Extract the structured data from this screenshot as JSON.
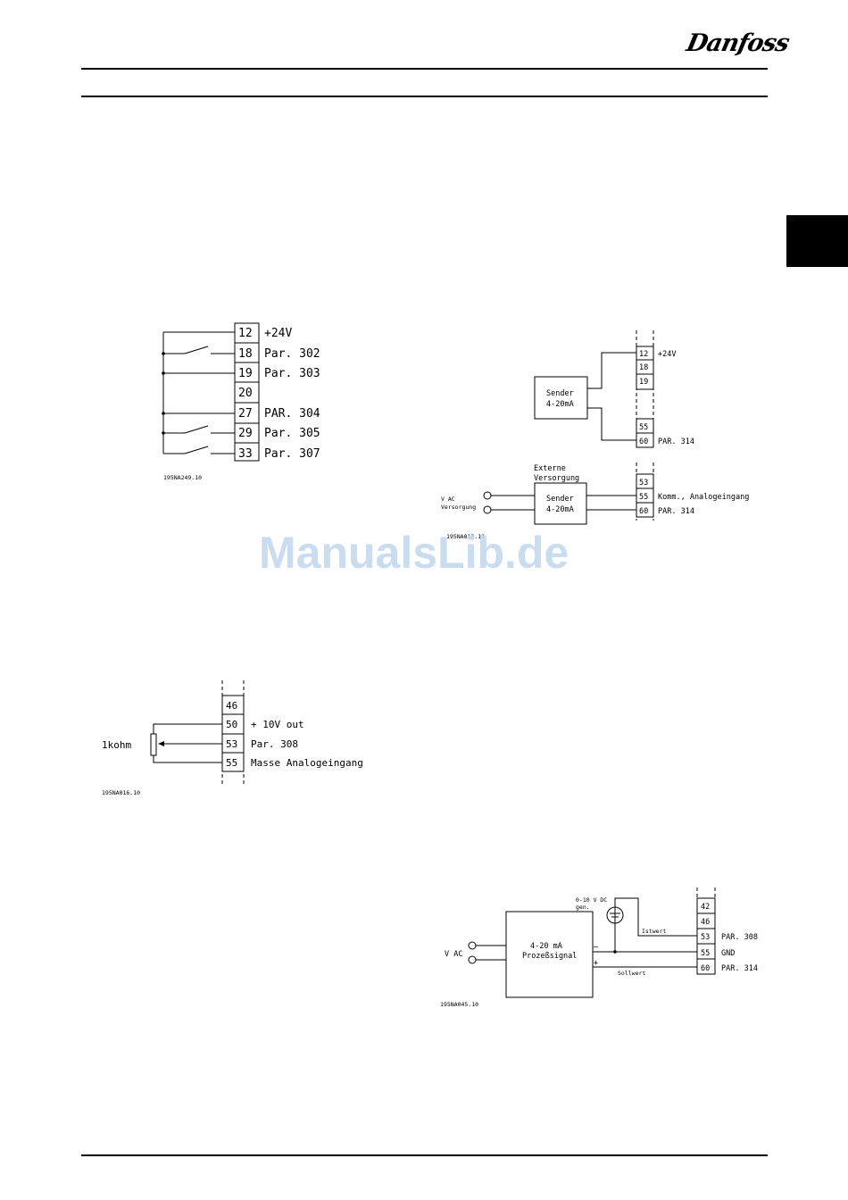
{
  "header": {
    "logo_text": "Danfoss"
  },
  "watermark": "ManualsLib.de",
  "diagram1": {
    "terminals": [
      "12",
      "18",
      "19",
      "20",
      "27",
      "29",
      "33"
    ],
    "labels": [
      "+24V",
      "Par. 302",
      "Par. 303",
      "",
      "PAR. 304",
      "Par. 305",
      "Par. 307"
    ],
    "code": "195NA249.10"
  },
  "diagram2": {
    "sender_label_1": "Sender",
    "sender_label_2": "4-20mA",
    "terminals_top": [
      "12",
      "18",
      "19",
      "55",
      "60"
    ],
    "labels_top": [
      "+24V",
      "",
      "",
      "",
      "PAR. 314"
    ],
    "ext_supply_1": "Externe",
    "ext_supply_2": "Versorgung",
    "vac_1": "V AC",
    "vac_2": "Versorgung",
    "terminals_bottom": [
      "53",
      "55",
      "60"
    ],
    "labels_bottom": [
      "",
      "Komm., Analogeingang",
      "PAR. 314"
    ],
    "code": "195NA013.11"
  },
  "diagram3": {
    "resistor_label": "1kohm",
    "terminals": [
      "46",
      "50",
      "53",
      "55"
    ],
    "labels": [
      "",
      "+ 10V out",
      "Par. 308",
      "Masse Analogeingang"
    ],
    "code": "195NA016.10"
  },
  "diagram4": {
    "source_label": "0-10 V DC",
    "source_sub": "gen.",
    "box_label_1": "4-20 mA",
    "box_label_2": "Prozeßsignal",
    "vac": "V AC",
    "minus": "–",
    "plus": "+",
    "istwert": "Istwert",
    "sollwert": "Sollwert",
    "terminals": [
      "42",
      "46",
      "53",
      "55",
      "60"
    ],
    "labels": [
      "",
      "",
      "PAR. 308",
      "GND",
      "PAR. 314"
    ],
    "code": "195NA045.10"
  }
}
